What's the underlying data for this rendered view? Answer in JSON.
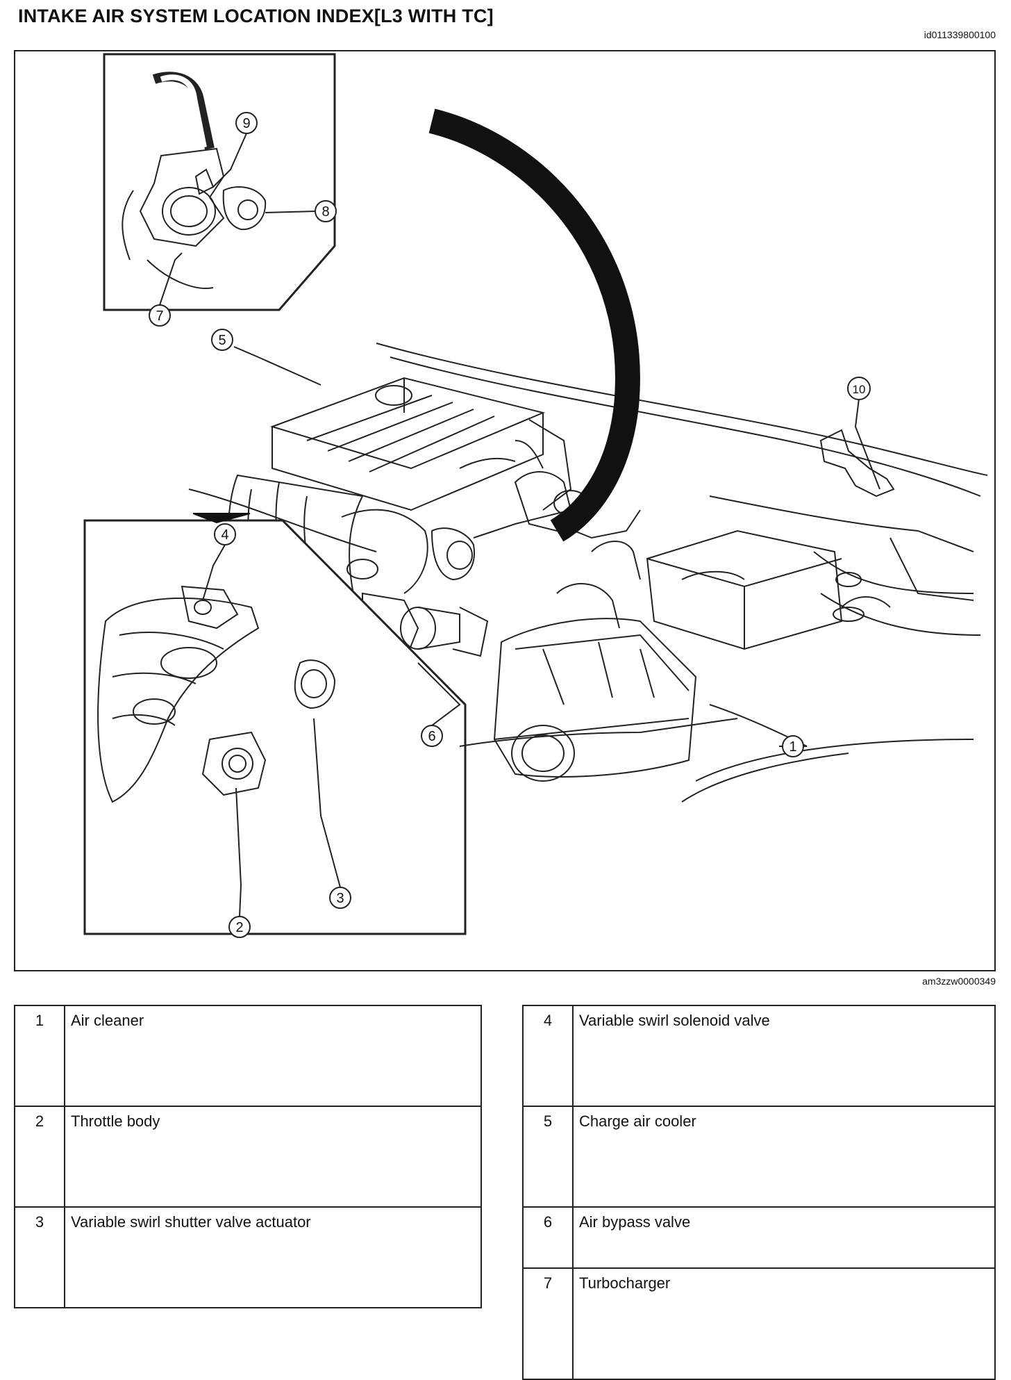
{
  "page": {
    "title": "INTAKE AIR SYSTEM LOCATION INDEX[L3 WITH TC]",
    "doc_id": "id011339800100"
  },
  "figure": {
    "figure_id": "am3zzw0000349",
    "callouts": [
      "1",
      "2",
      "3",
      "4",
      "5",
      "6",
      "7",
      "8",
      "9",
      "10"
    ]
  },
  "legend": {
    "left": [
      {
        "num": "1",
        "label": "Air cleaner"
      },
      {
        "num": "2",
        "label": "Throttle body"
      },
      {
        "num": "3",
        "label": "Variable swirl shutter valve actuator"
      }
    ],
    "right": [
      {
        "num": "4",
        "label": "Variable swirl solenoid valve"
      },
      {
        "num": "5",
        "label": "Charge air cooler"
      },
      {
        "num": "6",
        "label": "Air bypass valve"
      },
      {
        "num": "7",
        "label": "Turbocharger"
      }
    ]
  }
}
